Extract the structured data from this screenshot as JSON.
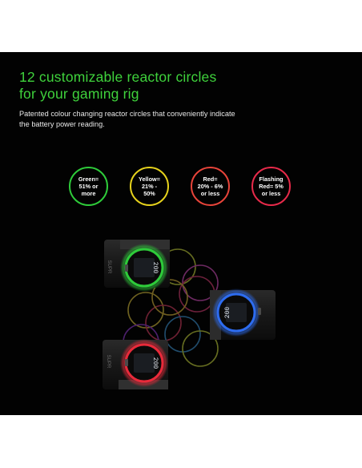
{
  "header": {
    "title_line_1": "12 customizable reactor circles",
    "title_line_2": "for your gaming rig",
    "description_line_1": "Patented colour changing reactor circles that conveniently indicate",
    "description_line_2": "the battery power reading."
  },
  "legend": [
    {
      "lines": [
        "Green=",
        "51% or",
        "more"
      ],
      "color": "#2ecb3a"
    },
    {
      "lines": [
        "Yellow=",
        "21% -",
        "50%"
      ],
      "color": "#e6d21c"
    },
    {
      "lines": [
        "Red=",
        "20% - 6%",
        "or less"
      ],
      "color": "#e8443a"
    },
    {
      "lines": [
        "Flashing",
        "Red= 5%",
        "or less"
      ],
      "color": "#e82a4a"
    }
  ],
  "devices": [
    {
      "readout": "200",
      "ring_color": "#2ecb3a"
    },
    {
      "readout": "200",
      "ring_color": "#2d6cf0"
    },
    {
      "readout": "200",
      "ring_color": "#e82a3a"
    }
  ],
  "brand": "SUPR"
}
